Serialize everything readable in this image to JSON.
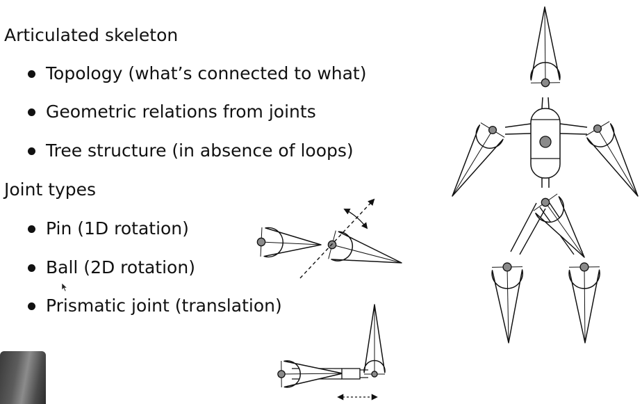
{
  "sections": [
    {
      "heading": "Articulated skeleton",
      "bullets": [
        "Topology (what’s connected to what)",
        "Geometric relations from joints",
        "Tree structure (in absence of loops)"
      ]
    },
    {
      "heading": "Joint types",
      "bullets": [
        "Pin (1D rotation)",
        "Ball (2D rotation)",
        "Prismatic joint (translation)"
      ]
    }
  ],
  "colors": {
    "stroke": "#111111",
    "joint_fill": "#8a8a8a",
    "background": "#ffffff"
  },
  "icons": [
    "cursor-arrow-icon"
  ]
}
